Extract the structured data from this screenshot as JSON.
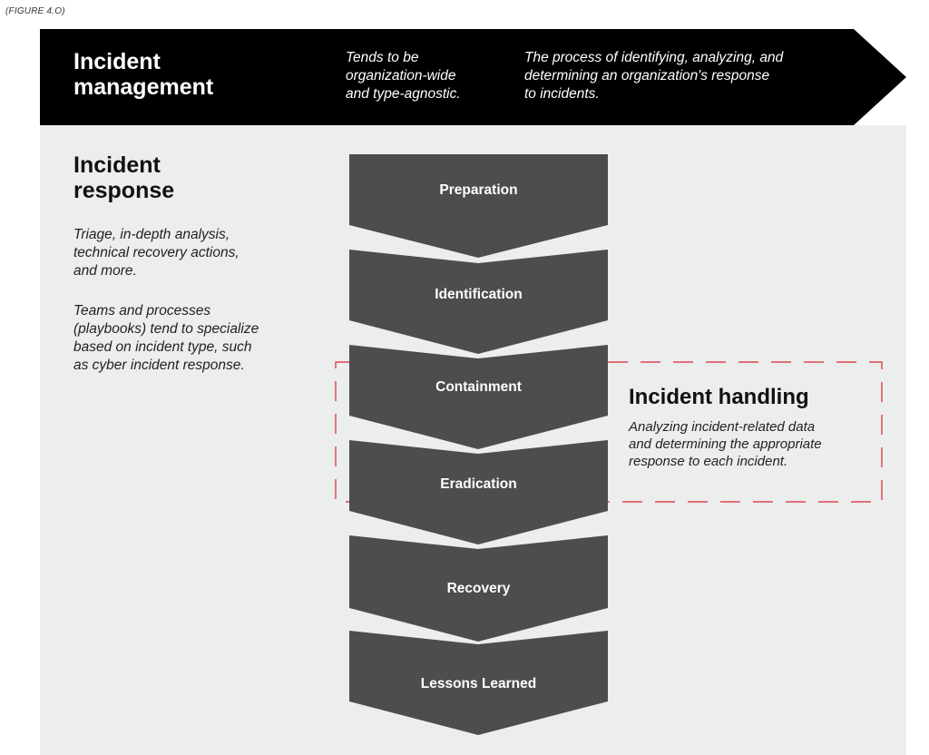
{
  "figure_label": "(FIGURE 4.O)",
  "banner": {
    "title": "Incident\nmanagement",
    "scope": "Tends to be\norganization-wide\nand type-agnostic.",
    "definition": "The process of identifying, analyzing, and\ndetermining an organization's response\nto incidents."
  },
  "incident_response": {
    "title": "Incident\nresponse",
    "desc1": "Triage, in-depth analysis,\ntechnical recovery actions,\nand more.",
    "desc2": "Teams and processes\n(playbooks) tend to specialize\nbased on incident type, such\nas cyber incident response."
  },
  "steps": [
    "Preparation",
    "Identification",
    "Containment",
    "Eradication",
    "Recovery",
    "Lessons Learned"
  ],
  "incident_handling": {
    "title": "Incident handling",
    "desc": "Analyzing incident-related data\nand determining the appropriate\nresponse to each incident."
  },
  "colors": {
    "banner": "#000000",
    "panel": "#eceded",
    "step": "#4d4d4d",
    "dash": "#d9262f"
  }
}
